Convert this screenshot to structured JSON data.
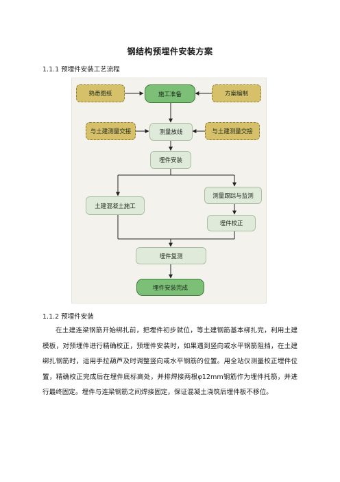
{
  "document": {
    "title": "钢结构预埋件安装方案",
    "section_1": "1.1.1 预埋件安装工艺流程",
    "section_2": "1.1.2 预埋件安装",
    "paragraph": "在土建连梁钢筋开始绑扎前，把埋件初步就位，等土建钢筋基本绑扎完，利用土建模板，对预埋件进行精确校正，预埋件安装时，如果遇到竖向或水平钢筋阻挡，在土建绑扎钢筋时，运用手拉葫芦及时调整竖向或水平钢筋的位置。用全站仪测量校正埋件位置，精确校正完成后在埋件底标高处，并排焊接两根φ12mm钢筋作为埋件托筋，并进行最终固定。埋件与连梁钢筋之间焊接固定，保证混凝土浇筑后埋件板不移位。"
  },
  "flowchart": {
    "familiar_drawings": "熟悉图纸",
    "construction_prep": "施工准备",
    "plan_preparation": "方案编制",
    "handover_left": "与土建测量交接",
    "survey_layout": "测量放线",
    "handover_right": "与土建测量交接",
    "embed_install": "埋件安装",
    "concrete_work": "土建混凝土施工",
    "survey_tracking": "测量跟踪与监测",
    "embed_correction": "埋件校正",
    "embed_recheck": "埋件复测",
    "install_complete": "埋件安装完成"
  },
  "colors": {
    "yellow_box": "#d7c06a",
    "green_box": "#7cbf76",
    "pale_box": "#dfeadb"
  }
}
